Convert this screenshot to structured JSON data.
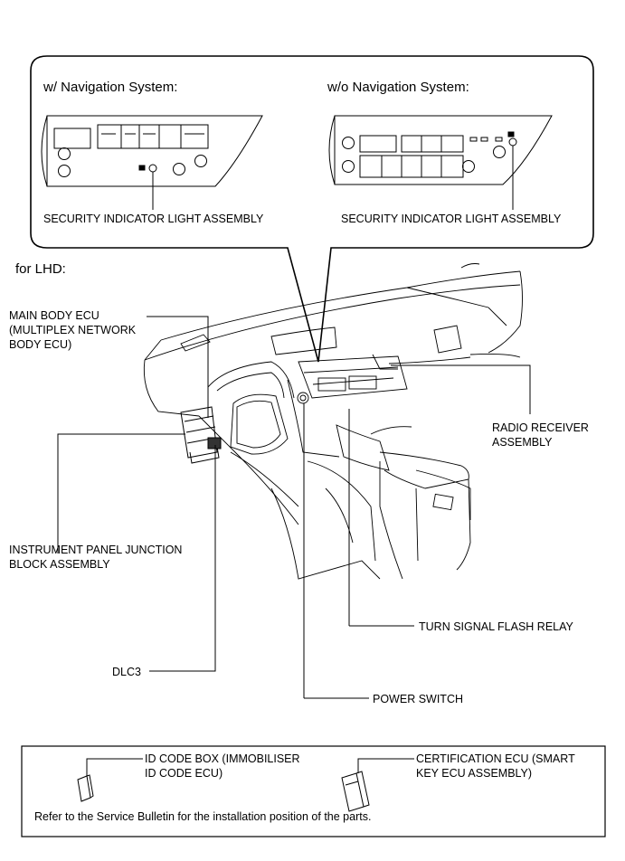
{
  "callout": {
    "with_nav_title": "w/ Navigation System:",
    "without_nav_title": "w/o Navigation System:",
    "with_nav_label": "SECURITY INDICATOR LIGHT ASSEMBLY",
    "without_nav_label": "SECURITY INDICATOR LIGHT ASSEMBLY"
  },
  "main": {
    "section_title": "for LHD:",
    "labels": {
      "main_body_ecu": [
        "MAIN BODY ECU",
        "(MULTIPLEX NETWORK",
        "BODY ECU)"
      ],
      "radio_receiver": [
        "RADIO RECEIVER",
        "ASSEMBLY"
      ],
      "junction_block": [
        "INSTRUMENT PANEL JUNCTION",
        "BLOCK ASSEMBLY"
      ],
      "turn_signal": "TURN SIGNAL FLASH RELAY",
      "dlc3": "DLC3",
      "power_switch": "POWER SWITCH"
    }
  },
  "footer": {
    "id_code_box": [
      "ID CODE BOX (IMMOBILISER",
      "ID CODE ECU)"
    ],
    "certification_ecu": [
      "CERTIFICATION ECU (SMART",
      "KEY ECU ASSEMBLY)"
    ],
    "note": "Refer to the Service Bulletin for the installation position of the parts."
  }
}
